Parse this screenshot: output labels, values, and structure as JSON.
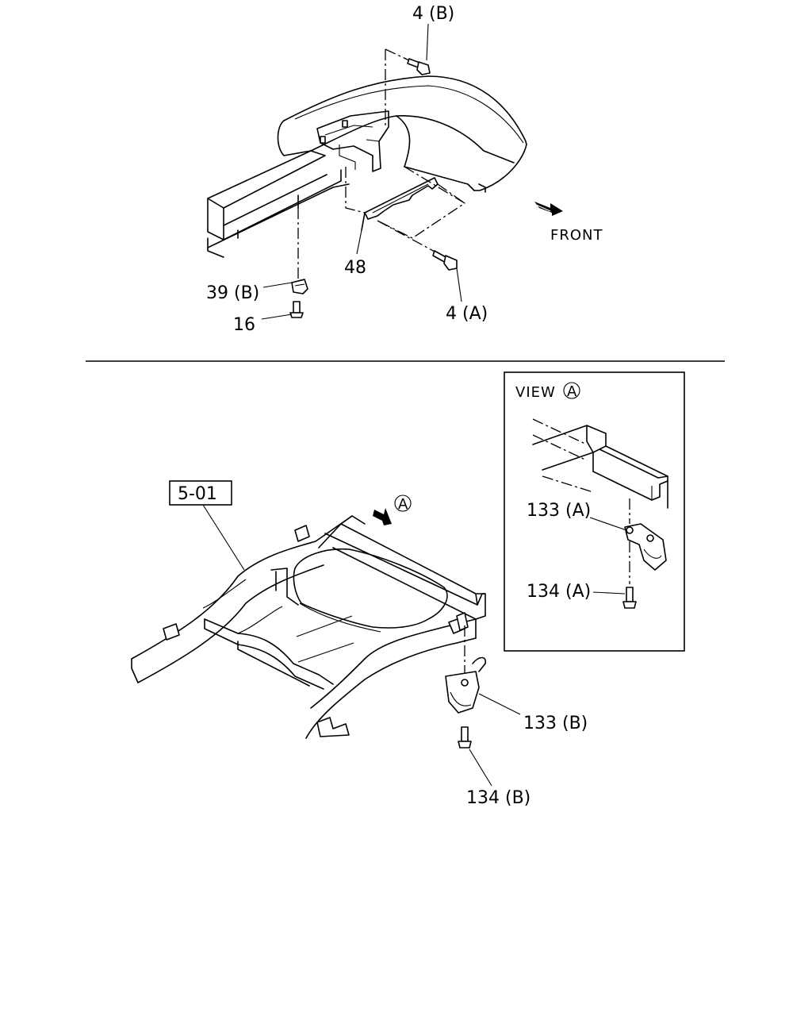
{
  "labels": {
    "top": {
      "bolt_b": "4 (B)",
      "bolt_a": "4 (A)",
      "bracket": "48",
      "clip": "39 (B)",
      "screw": "16",
      "front": "FRONT"
    },
    "bottom": {
      "ref_box": "5-01",
      "view_marker": "A",
      "hook_b": "133 (B)",
      "bolt_hook_b": "134 (B)"
    },
    "inset": {
      "title": "VIEW",
      "title_marker": "A",
      "hook_a": "133 (A)",
      "bolt_hook_a": "134 (A)"
    }
  }
}
